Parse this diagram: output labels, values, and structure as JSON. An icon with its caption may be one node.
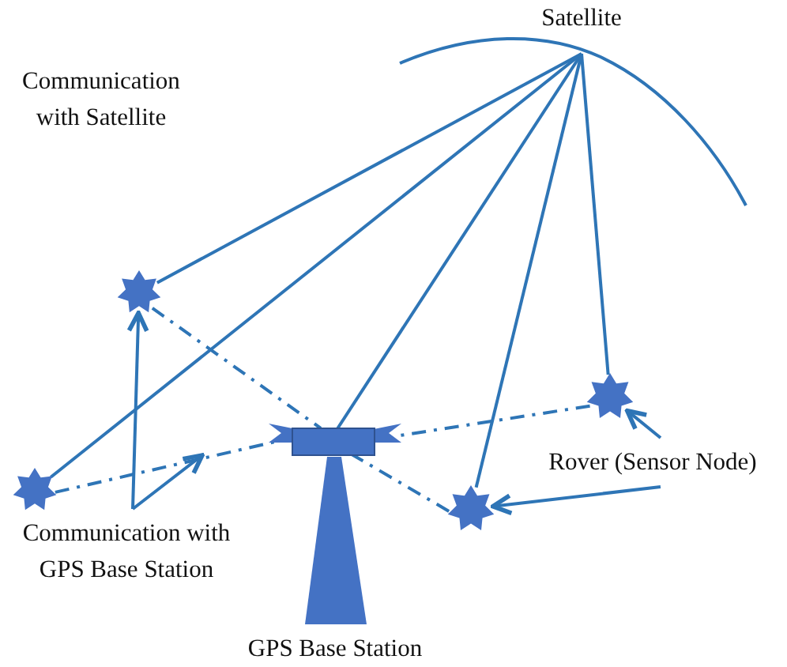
{
  "diagram": {
    "nodes": [
      {
        "text": [
          "Satellite"
        ]
      },
      {
        "text": [],
        "shape": "star"
      },
      {
        "text": [],
        "shape": "star"
      },
      {
        "text": [],
        "shape": "picture",
        "beside": [
          "GPS Base Station"
        ]
      },
      {
        "text": [],
        "shape": "star"
      },
      {
        "text": [],
        "shape": "star"
      },
      {
        "text": [
          "Communication with GPS Base Station"
        ]
      },
      {
        "text": [
          "Rover (Sensor Node)"
        ]
      }
    ],
    "edges": [
      {
        "from": 0,
        "to": 1,
        "arrow": "none"
      },
      {
        "from": 0,
        "to": 2,
        "arrow": "none"
      },
      {
        "from": 0,
        "to": 3,
        "arrow": "none"
      },
      {
        "from": 0,
        "to": 5,
        "arrow": "none"
      },
      {
        "from": 0,
        "to": 4,
        "arrow": "none"
      },
      {
        "from": 1,
        "to": 3,
        "arrow": "none",
        "style": "dashed"
      },
      {
        "from": 2,
        "to": 3,
        "arrow": "none",
        "style": "dashed"
      },
      {
        "from": 4,
        "to": 3,
        "arrow": "none",
        "style": "dashed"
      },
      {
        "from": 5,
        "to": 3,
        "arrow": "none",
        "style": "dashed"
      },
      {
        "from": 6,
        "to": 1,
        "arrow": "to"
      },
      {
        "from": 6,
        "to": null,
        "arrow": "to"
      },
      {
        "from": 7,
        "to": 4,
        "arrow": "to"
      },
      {
        "from": 7,
        "to": 5,
        "arrow": "to"
      }
    ],
    "labels": [
      "Communication with Satellite"
    ]
  }
}
